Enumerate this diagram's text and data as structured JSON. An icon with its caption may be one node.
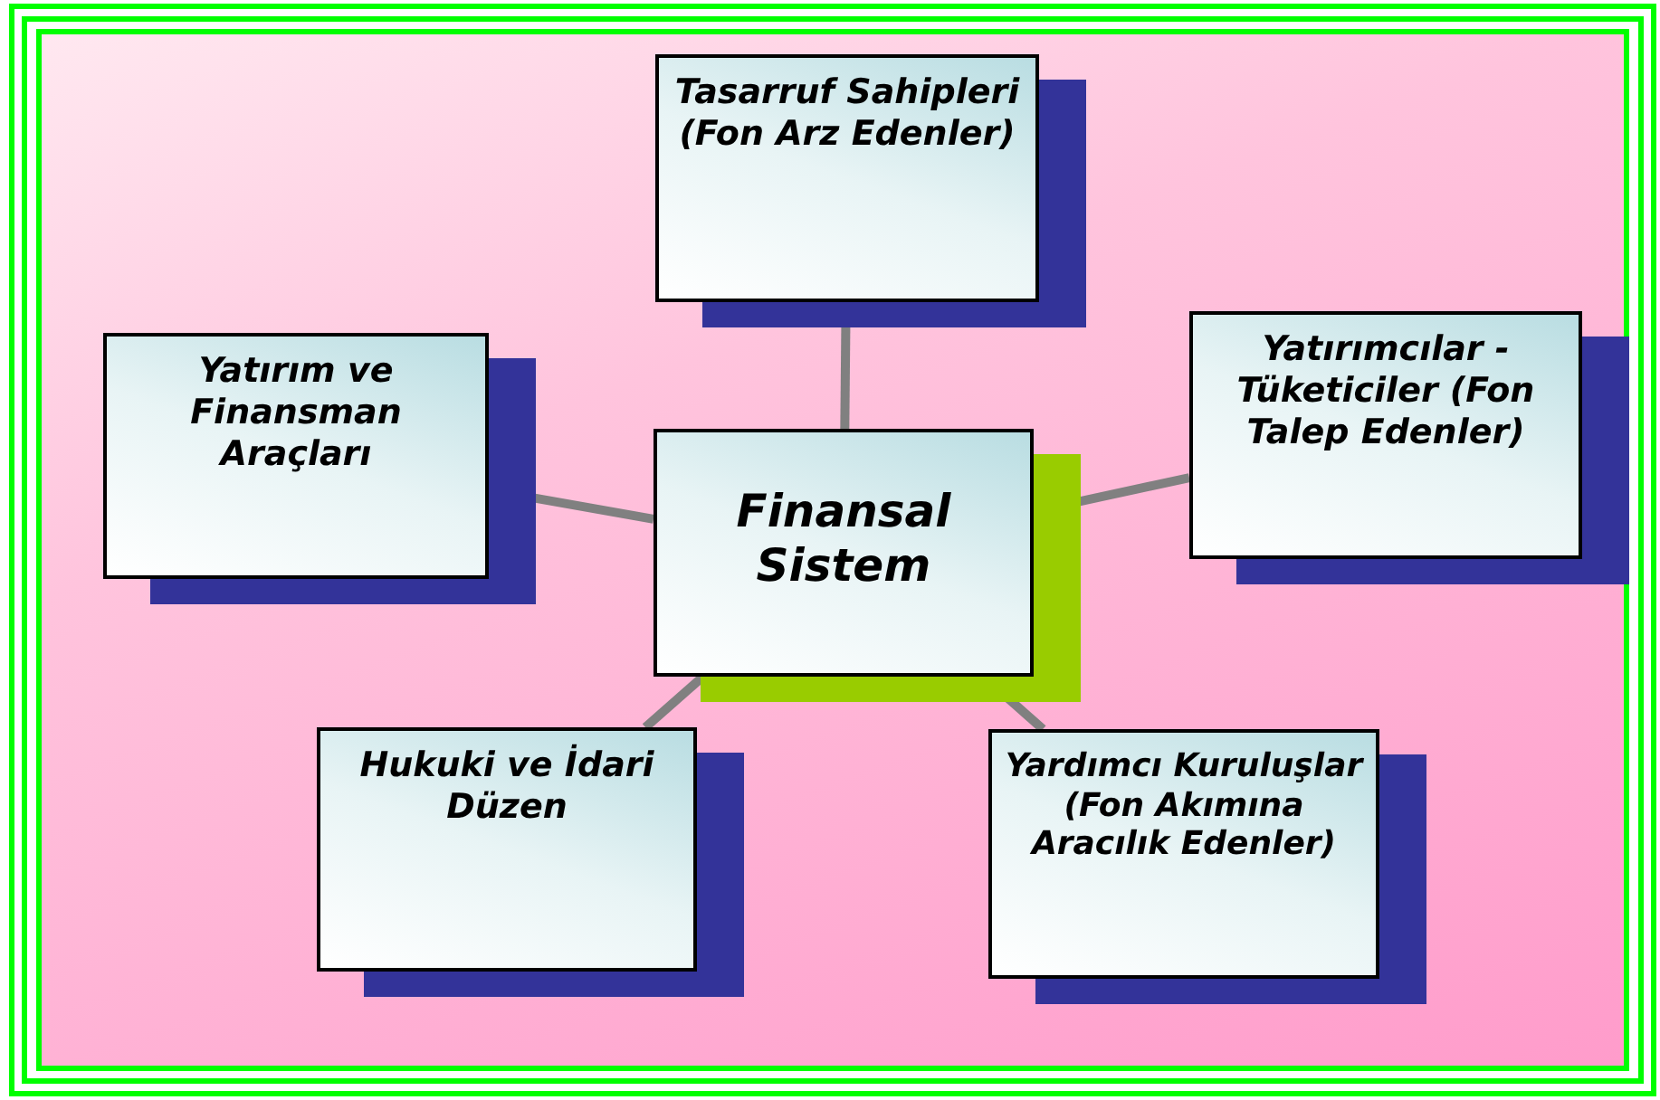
{
  "diagram": {
    "nodes": [
      {
        "text": [
          "Finansal Sistem"
        ]
      },
      {
        "text": [
          "Tasarruf Sahipleri (Fon Arz Edenler)"
        ]
      },
      {
        "text": [
          "Yatırım ve Finansman Araçları"
        ]
      },
      {
        "text": [
          "Yatırımcılar - Tüketiciler (Fon Talep Edenler)"
        ]
      },
      {
        "text": [
          "Hukuki ve İdari Düzen"
        ]
      },
      {
        "text": [
          "Yardımcı Kuruluşlar (Fon Akımına Aracılık Edenler)"
        ]
      }
    ],
    "edges": [
      {
        "from": 0,
        "to": 1,
        "arrow": "none"
      },
      {
        "from": 0,
        "to": 2,
        "arrow": "none"
      },
      {
        "from": 0,
        "to": 3,
        "arrow": "none"
      },
      {
        "from": 0,
        "to": 4,
        "arrow": "none"
      },
      {
        "from": 0,
        "to": 5,
        "arrow": "none"
      }
    ]
  }
}
